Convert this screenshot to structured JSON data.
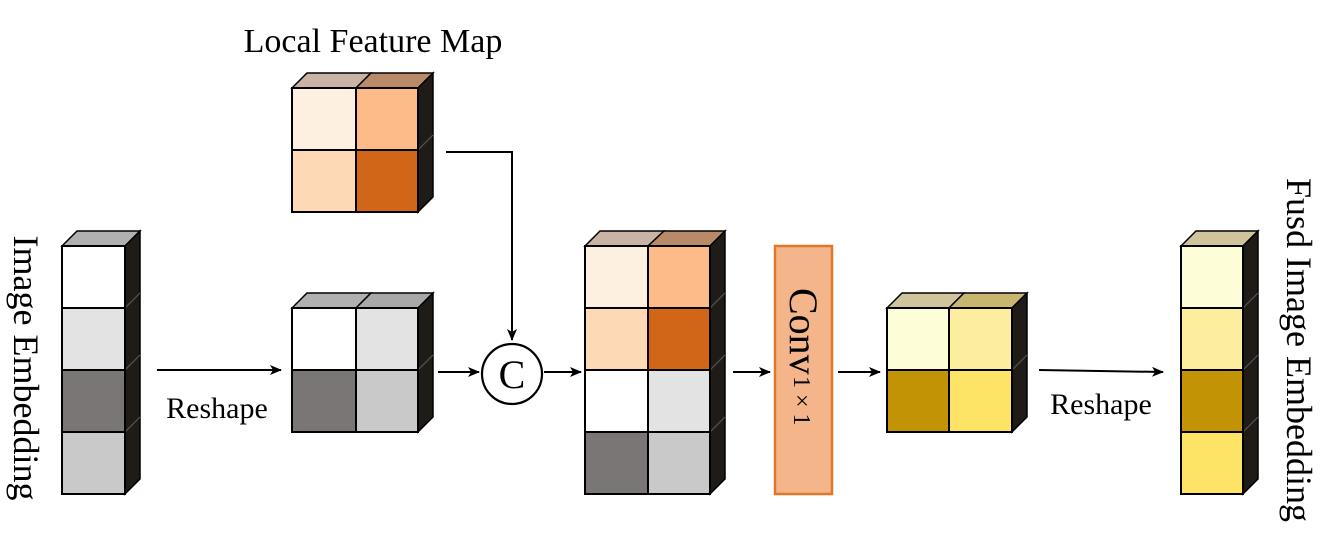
{
  "labels": {
    "local_feature_map": "Local Feature Map",
    "image_embedding": "Image Embedding",
    "fused_image_embedding": "Fusd Image Embedding",
    "reshape_left": "Reshape",
    "reshape_right": "Reshape",
    "concat_symbol": "C",
    "conv_main": "Conv",
    "conv_sub": "1 × 1"
  },
  "colors": {
    "image_embedding_cells": [
      "#ffffff",
      "#e3e3e3",
      "#7b7676",
      "#c9c9c9"
    ],
    "local_feature_cells": [
      "#fdf0e1",
      "#fdbb8a",
      "#fdd9b6",
      "#d16619"
    ],
    "fused_cells": [
      "#fdfed8",
      "#fdee9f",
      "#c19305",
      "#fde366"
    ],
    "conv_block": "#f5b58a",
    "conv_border": "#e0782a",
    "cube_side": "#1f1b17",
    "arrow": "#000000"
  },
  "icons": {
    "concat": "circled-c-icon"
  }
}
